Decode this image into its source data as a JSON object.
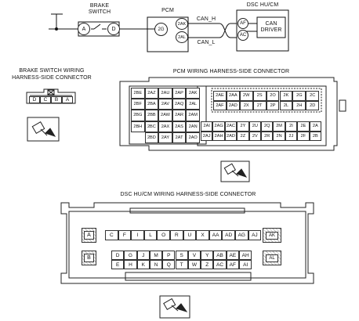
{
  "wiring": {
    "brake_switch_title": "BRAKE\nSWITCH",
    "pcm_title": "PCM",
    "dsc_title": "DSC HU/CM",
    "can_h": "CAN_H",
    "can_l": "CAN_L",
    "can_driver": "CAN\nDRIVER",
    "terminal_a": "A",
    "terminal_d": "D",
    "terminal_2g": "2G",
    "terminal_2ak": "2AK",
    "terminal_2al": "2AL",
    "terminal_af": "AF",
    "terminal_ac": "AC"
  },
  "brake_connector": {
    "title": "BRAKE SWITCH WIRING\nHARNESS-SIDE CONNECTOR",
    "pins": [
      "D",
      "C",
      "B",
      "A"
    ]
  },
  "pcm_connector": {
    "title": "PCM WIRING HARNESS-SIDE CONNECTOR",
    "left_block": [
      [
        "2BE",
        "2AZ",
        "2AU",
        "2AP",
        "2AK"
      ],
      [
        "2BF",
        "2BA",
        "2AV",
        "2AQ",
        "2AL"
      ],
      [
        "2BG",
        "2BB",
        "2AW",
        "2AR",
        "2AM"
      ],
      [
        "2BH",
        "2BC",
        "2AX",
        "2AS",
        "2AN"
      ],
      [
        "",
        "2BD",
        "2AY",
        "2AT",
        "2AO"
      ]
    ],
    "right_upper": [
      [
        "2AE",
        "2AA",
        "2W",
        "2S",
        "2O",
        "2K",
        "2G",
        "2C"
      ],
      [
        "2AF",
        "2AD",
        "2X",
        "2T",
        "2P",
        "2L",
        "2H",
        "2D"
      ]
    ],
    "right_lower": [
      [
        "2AI",
        "2AG",
        "2AC",
        "2Y",
        "2U",
        "2Q",
        "2M",
        "2I",
        "2E",
        "2A"
      ],
      [
        "2AJ",
        "2AH",
        "2AD",
        "2Z",
        "2V",
        "2R",
        "2N",
        "2J",
        "2F",
        "2B"
      ]
    ]
  },
  "dsc_connector": {
    "title": "DSC HU/CM WIRING HARNESS-SIDE CONNECTOR",
    "top_row": [
      "C",
      "F",
      "I",
      "L",
      "O",
      "R",
      "U",
      "X",
      "AA",
      "AD",
      "AG",
      "AJ"
    ],
    "mid_row": [
      "D",
      "G",
      "J",
      "M",
      "P",
      "S",
      "V",
      "Y",
      "AB",
      "AE",
      "AH"
    ],
    "bot_row": [
      "E",
      "H",
      "K",
      "N",
      "Q",
      "T",
      "W",
      "Z",
      "AC",
      "AF",
      "AI"
    ],
    "corner_a": "A",
    "corner_b": "B",
    "corner_ak": "AK",
    "corner_al": "AL"
  }
}
